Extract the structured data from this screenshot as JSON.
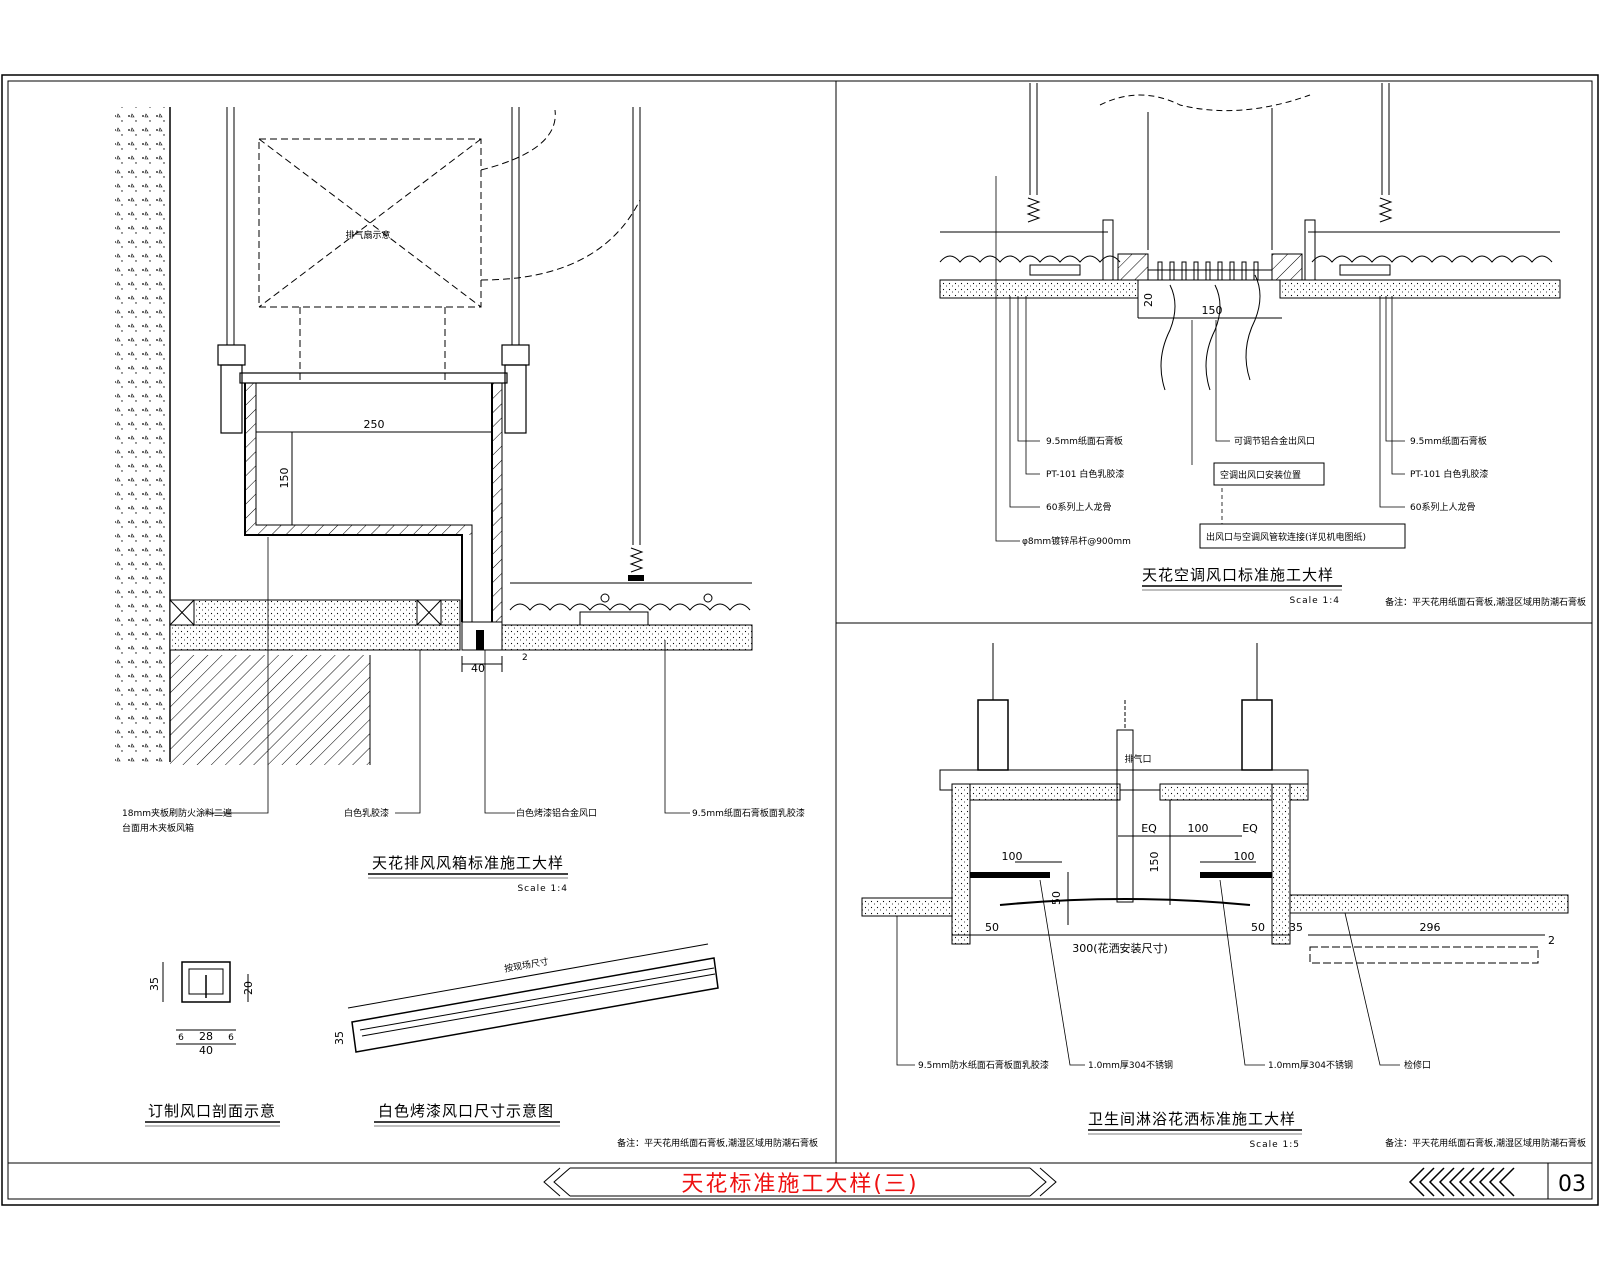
{
  "sheet": {
    "title": "天花标准施工大样(三)",
    "number": "03",
    "colors": {
      "title": "#e11111",
      "line": "#000000"
    }
  },
  "panel_exhaust": {
    "title": "天花排风风箱标准施工大样",
    "scale": "Scale 1:4",
    "box_label": "排气扇示意",
    "dims": {
      "width": "250",
      "height": "150",
      "slot": "40",
      "gap": "2"
    },
    "callouts": [
      "18mm夹板刷防火涂料二遍",
      "白色乳胶漆",
      "白色烤漆铝合金风口",
      "9.5mm纸面石膏板面乳胶漆"
    ],
    "callout_extra": "台面用木夹板风箱"
  },
  "panel_vent_section": {
    "title": "订制风口剖面示意",
    "dims": {
      "h": "35",
      "inner": "20",
      "w1": "6",
      "w2": "28",
      "w3": "6",
      "total": "40"
    }
  },
  "panel_vent_size": {
    "title": "白色烤漆风口尺寸示意图",
    "dims": {
      "length": "按现场尺寸",
      "h": "35"
    }
  },
  "note_left": "备注：平天花用纸面石膏板,潮湿区域用防潮石膏板",
  "panel_ac": {
    "title": "天花空调风口标准施工大样",
    "scale": "Scale 1:4",
    "dims": {
      "a": "20",
      "b": "150"
    },
    "callouts_left": [
      "9.5mm纸面石膏板",
      "PT-101 白色乳胶漆",
      "60系列上人龙骨",
      "φ8mm镀锌吊杆@900mm"
    ],
    "callouts_right": [
      "9.5mm纸面石膏板",
      "PT-101 白色乳胶漆",
      "60系列上人龙骨"
    ],
    "callouts_center": [
      "可调节铝合金出风口",
      "空调出风口安装位置",
      "出风口与空调风管软连接(详见机电图纸)"
    ],
    "tag": "PT-101",
    "note": "备注：平天花用纸面石膏板,潮湿区域用防潮石膏板"
  },
  "panel_shower": {
    "title": "卫生间淋浴花洒标准施工大样",
    "scale": "Scale 1:5",
    "label_top": "排气口",
    "dims": {
      "eq1": "EQ",
      "eq2": "EQ",
      "c100": "100",
      "l100": "100",
      "r100": "100",
      "h150": "150",
      "h50": "50",
      "l50": "50",
      "r50": "50",
      "r35": "35",
      "span": "300(花洒安装尺寸)",
      "right": "296",
      "end": "2"
    },
    "callouts": [
      "9.5mm防水纸面石膏板面乳胶漆",
      "1.0mm厚304不锈钢",
      "1.0mm厚304不锈钢",
      "检修口"
    ],
    "note": "备注：平天花用纸面石膏板,潮湿区域用防潮石膏板"
  }
}
